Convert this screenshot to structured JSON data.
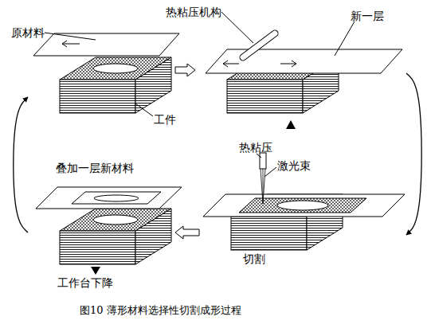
{
  "diagram": {
    "caption": "图10 薄形材料选择性切割成形过程",
    "nodes": [
      {
        "text": [
          "原材料",
          "工件"
        ]
      },
      {
        "text": [
          "热粘压机构",
          "新一层"
        ]
      },
      {
        "text": [
          "热粘压",
          "激光束",
          "切割"
        ]
      },
      {
        "text": [
          "叠加一层新材料",
          "工作台下降"
        ]
      }
    ],
    "edges": [
      {
        "from": 0,
        "to": 1,
        "arrow": "to"
      },
      {
        "from": 1,
        "to": 2,
        "arrow": "to"
      },
      {
        "from": 2,
        "to": 3,
        "arrow": "to"
      },
      {
        "from": 3,
        "to": 0,
        "arrow": "to"
      }
    ]
  }
}
